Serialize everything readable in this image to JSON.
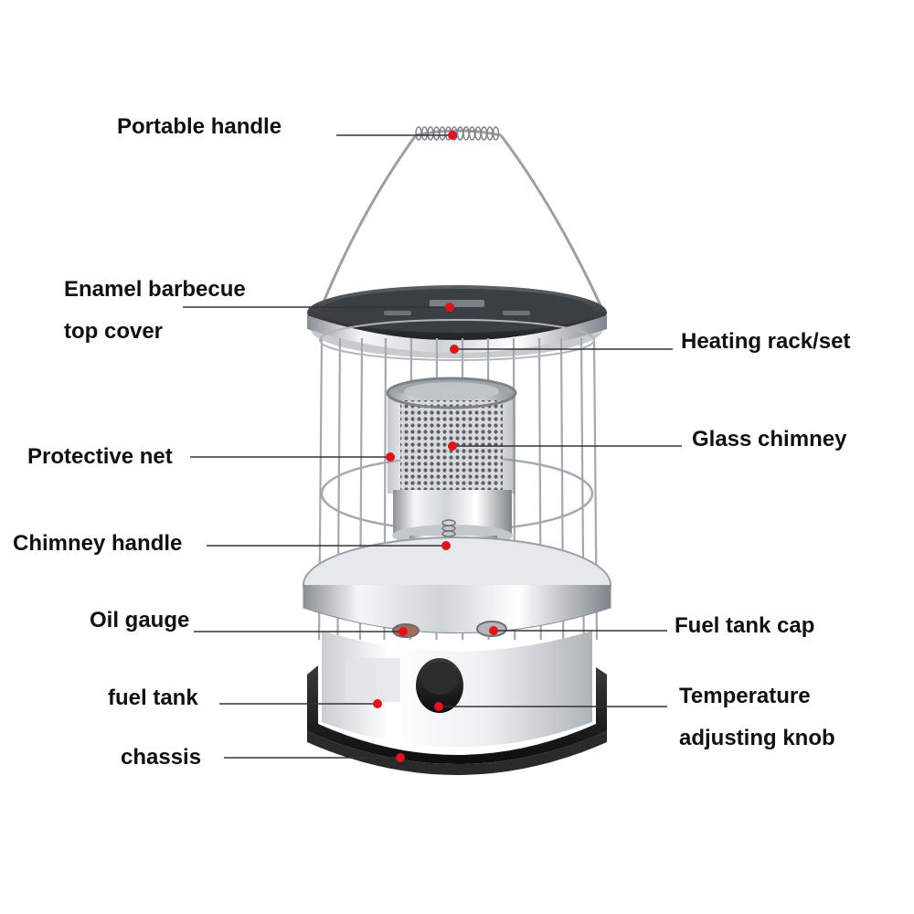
{
  "diagram": {
    "callouts": [
      {
        "id": "portable-handle",
        "text": "Portable handle"
      },
      {
        "id": "enamel-barbecue-top-cover",
        "text": "Enamel barbecue\ntop cover"
      },
      {
        "id": "heating-rack-set",
        "text": "Heating rack/set"
      },
      {
        "id": "glass-chimney",
        "text": "Glass chimney"
      },
      {
        "id": "protective-net",
        "text": "Protective net"
      },
      {
        "id": "chimney-handle",
        "text": "Chimney handle"
      },
      {
        "id": "oil-gauge",
        "text": "Oil gauge"
      },
      {
        "id": "fuel-tank-cap",
        "text": "Fuel tank cap"
      },
      {
        "id": "fuel-tank",
        "text": "fuel tank"
      },
      {
        "id": "temperature-adjusting-knob",
        "text": "Temperature\nadjusting knob"
      },
      {
        "id": "chassis",
        "text": "chassis"
      }
    ],
    "colors": {
      "marker": "#e0141c",
      "leader": "#333333",
      "text": "#111111",
      "metal_light": "#e9ecef",
      "metal_dark": "#7d8389",
      "black_part": "#1a1a1a"
    }
  }
}
